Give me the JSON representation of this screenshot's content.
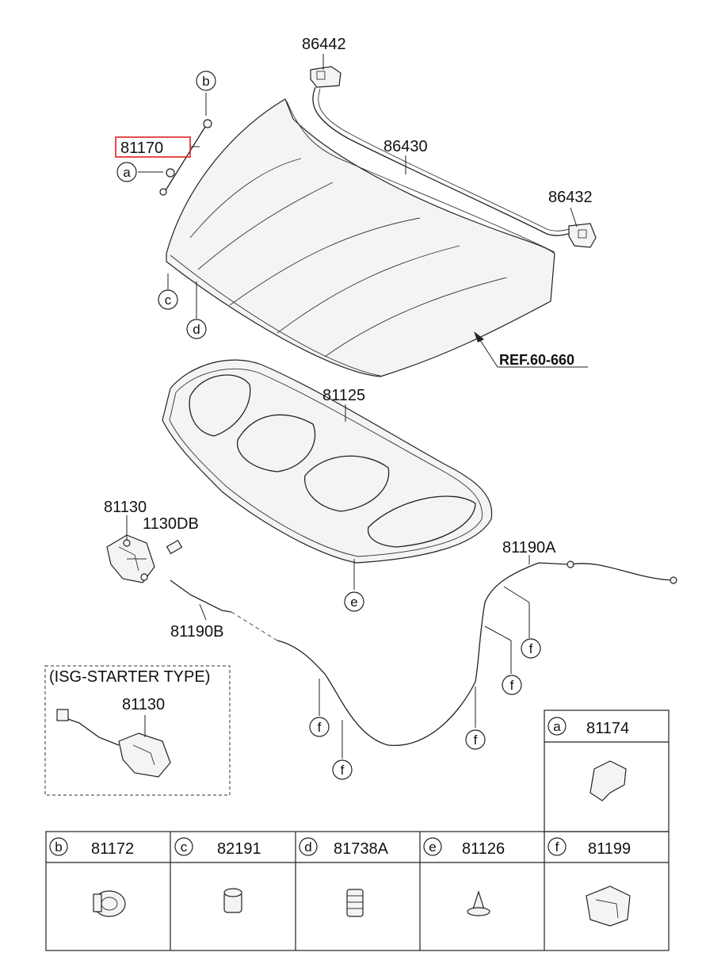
{
  "parts": {
    "hood_hinge_bumper_left": "86442",
    "hood_weatherstrip": "86430",
    "hood_hinge_bumper_right": "86432",
    "hood_lift_support": "81170",
    "ref_note": "REF.60-660",
    "hood_insulator": "81125",
    "hood_latch": "81130",
    "latch_bolt": "1130DB",
    "release_cable_front": "81190B",
    "release_cable_rear": "81190A",
    "isg_title": "(ISG-STARTER TYPE)",
    "isg_latch": "81130"
  },
  "callouts": {
    "a": "a",
    "b": "b",
    "c": "c",
    "d": "d",
    "e": "e",
    "f": "f"
  },
  "legend": {
    "a": {
      "letter": "a",
      "part": "81174"
    },
    "b": {
      "letter": "b",
      "part": "81172"
    },
    "c": {
      "letter": "c",
      "part": "82191"
    },
    "d": {
      "letter": "d",
      "part": "81738A"
    },
    "e": {
      "letter": "e",
      "part": "81126"
    },
    "f": {
      "letter": "f",
      "part": "81199"
    }
  },
  "highlight_color": "#e02020"
}
